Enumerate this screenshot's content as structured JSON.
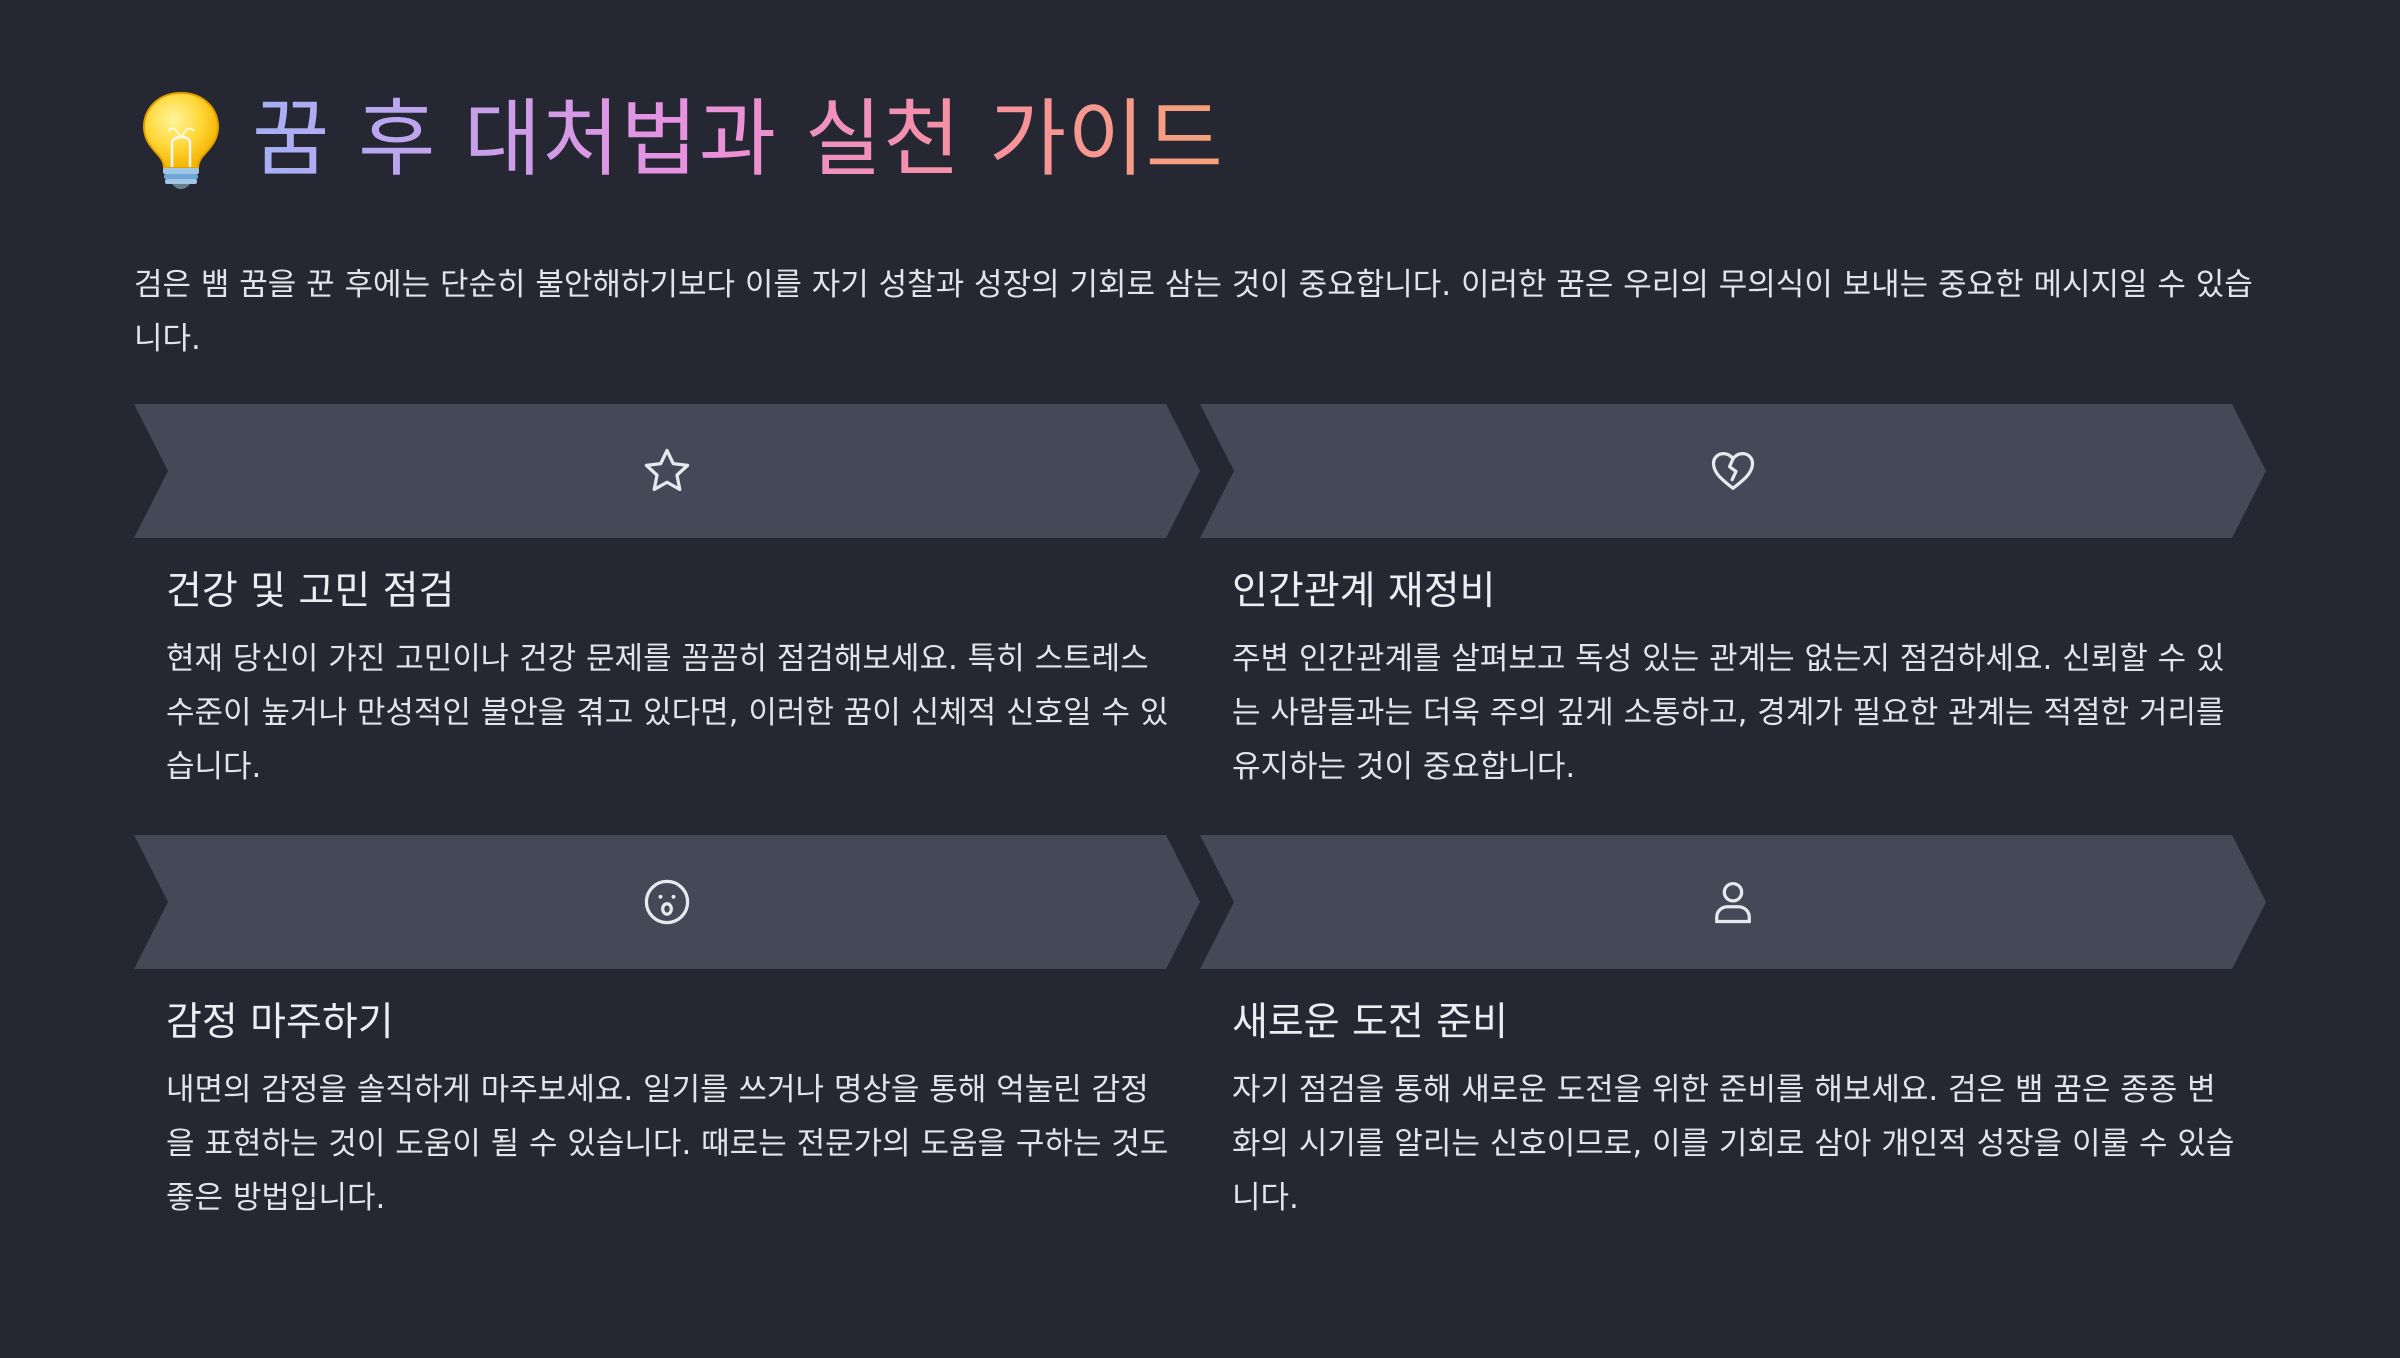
{
  "header": {
    "icon": "lightbulb-icon",
    "title": "꿈 후 대처법과 실천 가이드"
  },
  "intro": "검은 뱀 꿈을 꾼 후에는 단순히 불안해하기보다 이를 자기 성찰과 성장의 기회로 삼는 것이 중요합니다. 이러한 꿈은 우리의 무의식이 보내는 중요한 메시지일 수 있습니다.",
  "colors": {
    "background": "#252733",
    "banner": "#454856",
    "title_gradient": [
      "#a5b0f5",
      "#e891e0",
      "#f7909e",
      "#f6a17a"
    ]
  },
  "cards": [
    {
      "icon": "star-icon",
      "title": "건강 및 고민 점검",
      "body": "현재 당신이 가진 고민이나 건강 문제를 꼼꼼히 점검해보세요. 특히 스트레스 수준이 높거나 만성적인 불안을 겪고 있다면, 이러한 꿈이 신체적 신호일 수 있습니다."
    },
    {
      "icon": "broken-heart-icon",
      "title": "인간관계 재정비",
      "body": "주변 인간관계를 살펴보고 독성 있는 관계는 없는지 점검하세요. 신뢰할 수 있는 사람들과는 더욱 주의 깊게 소통하고, 경계가 필요한 관계는 적절한 거리를 유지하는 것이 중요합니다."
    },
    {
      "icon": "surprised-face-icon",
      "title": "감정 마주하기",
      "body": "내면의 감정을 솔직하게 마주보세요. 일기를 쓰거나 명상을 통해 억눌린 감정을 표현하는 것이 도움이 될 수 있습니다. 때로는 전문가의 도움을 구하는 것도 좋은 방법입니다."
    },
    {
      "icon": "user-icon",
      "title": "새로운 도전 준비",
      "body": "자기 점검을 통해 새로운 도전을 위한 준비를 해보세요. 검은 뱀 꿈은 종종 변화의 시기를 알리는 신호이므로, 이를 기회로 삼아 개인적 성장을 이룰 수 있습니다."
    }
  ]
}
